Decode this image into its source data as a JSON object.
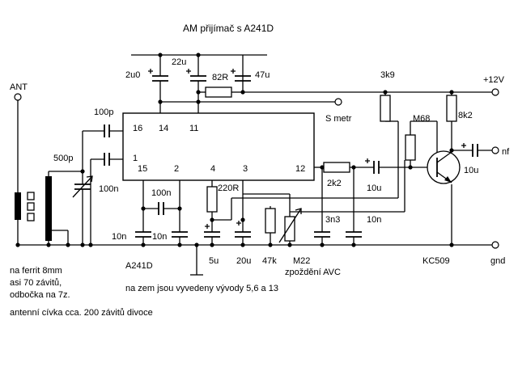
{
  "title": "AM přijímač s A241D",
  "labels": {
    "ant": "ANT",
    "plus12v": "+12V",
    "gnd": "gnd",
    "nf": "nf",
    "s_metr": "S metr",
    "ic_name": "A241D",
    "transistor": "KC509",
    "avc": "zpoždění AVC"
  },
  "pins": {
    "p16": "16",
    "p14": "14",
    "p11": "11",
    "p1": "1",
    "p15": "15",
    "p2": "2",
    "p4": "4",
    "p3": "3",
    "p12": "12"
  },
  "components": {
    "c_2u0": "2u0",
    "c_22u": "22u",
    "r_82r": "82R",
    "c_47u": "47u",
    "c_100p": "100p",
    "c_500p": "500p",
    "c_100n_a": "100n",
    "c_100n_b": "100n",
    "c_10n_a": "10n",
    "c_10n_b": "10n",
    "c_5u": "5u",
    "r_220r": "220R",
    "c_20u": "20u",
    "r_47k": "47k",
    "r_m22": "M22",
    "c_3n3": "3n3",
    "c_10n_c": "10n",
    "r_2k2": "2k2",
    "c_10u_a": "10u",
    "r_3k9": "3k9",
    "r_m68": "M68",
    "r_8k2": "8k2",
    "c_10u_b": "10u"
  },
  "notes": {
    "ferrit_1": "na ferrit 8mm",
    "ferrit_2": "asi 70 závitů,",
    "ferrit_3": "odbočka na 7z.",
    "ground_pins": "na zem jsou vyvedeny vývody 5,6 a 13",
    "antenna_coil": "antenní cívka cca. 200 závitů divoce"
  }
}
